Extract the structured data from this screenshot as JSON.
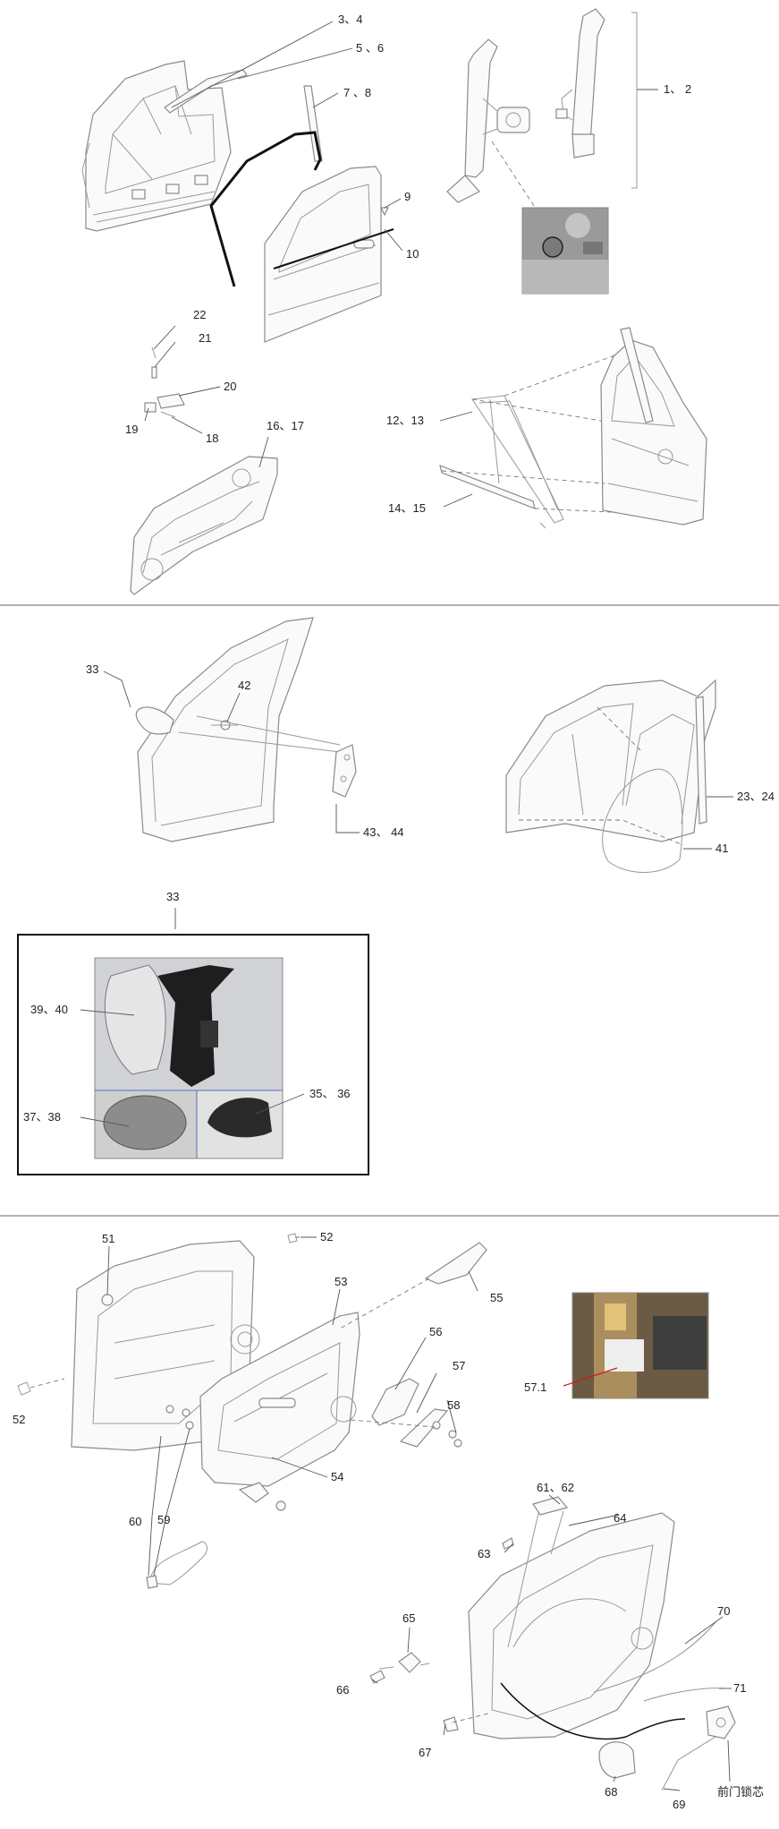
{
  "section1": {
    "labels": {
      "l_3_4": "3、4",
      "l_5_6": "5 、6",
      "l_7_8": "7 、8",
      "l_1_2": "1、 2",
      "l_9": "9",
      "l_10": "10",
      "l_22": "22",
      "l_21": "21",
      "l_20": "20",
      "l_19": "19",
      "l_18": "18",
      "l_16_17": "16、17",
      "l_12_13": "12、13",
      "l_14_15": "14、15"
    }
  },
  "section2": {
    "labels": {
      "l_33": "33",
      "l_42": "42",
      "l_43_44": "43、 44",
      "l_23_24": "23、24",
      "l_41": "41",
      "l_33b": "33",
      "l_39_40": "39、40",
      "l_37_38": "37、38",
      "l_35_36": "35、 36"
    }
  },
  "section3": {
    "labels": {
      "l_51": "51",
      "l_52a": "52",
      "l_52b": "52",
      "l_53": "53",
      "l_55": "55",
      "l_56": "56",
      "l_57": "57",
      "l_58": "58",
      "l_54": "54",
      "l_57_1": "57.1",
      "l_60": "60",
      "l_59": "59",
      "l_61_62": "61、62",
      "l_64": "64",
      "l_63": "63",
      "l_65": "65",
      "l_70": "70",
      "l_66": "66",
      "l_71": "71",
      "l_67": "67",
      "l_68": "68",
      "l_69": "69",
      "l_lock_core": "前门锁芯"
    }
  }
}
